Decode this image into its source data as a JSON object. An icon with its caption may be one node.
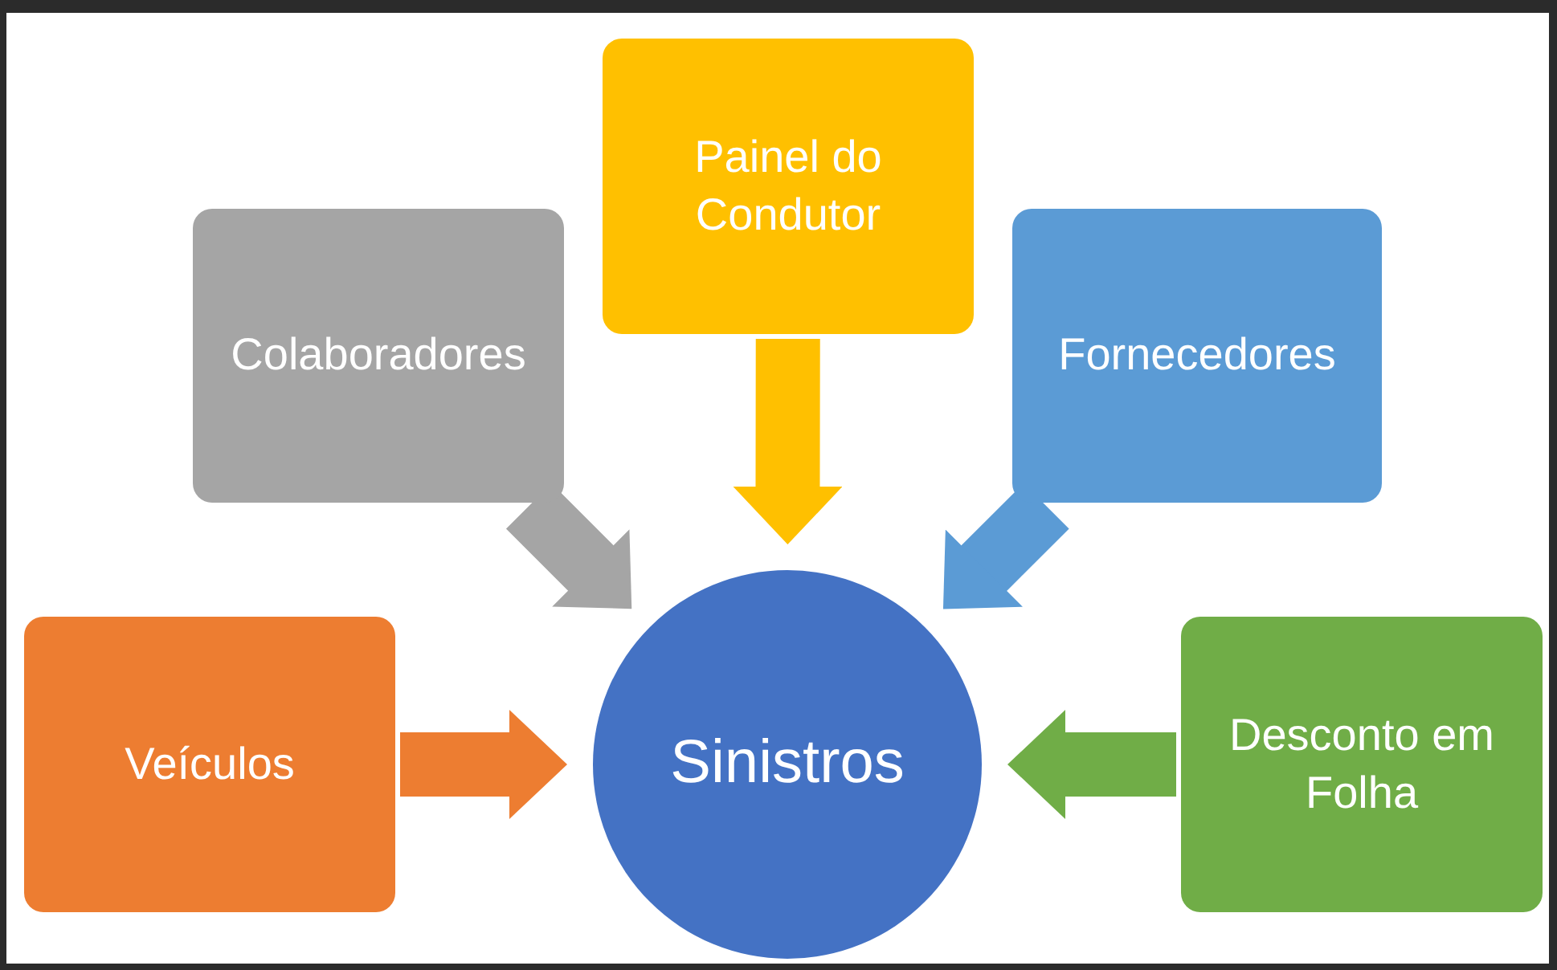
{
  "diagram": {
    "nodes": [
      {
        "text": [
          "Veículos"
        ]
      },
      {
        "text": [
          "Colaboradores"
        ]
      },
      {
        "text": [
          "Painel do Condutor"
        ]
      },
      {
        "text": [
          "Fornecedores"
        ]
      },
      {
        "text": [
          "Desconto em Folha"
        ]
      },
      {
        "text": [
          "Sinistros"
        ]
      }
    ],
    "edges": [
      {
        "from": 0,
        "to": 5,
        "arrow": "to",
        "color": "#ed7d31"
      },
      {
        "from": 1,
        "to": 5,
        "arrow": "to",
        "color": "#a5a5a5"
      },
      {
        "from": 2,
        "to": 5,
        "arrow": "to",
        "color": "#ffc000"
      },
      {
        "from": 3,
        "to": 5,
        "arrow": "to",
        "color": "#5b9bd5"
      },
      {
        "from": 4,
        "to": 5,
        "arrow": "to",
        "color": "#70ad47"
      }
    ]
  }
}
